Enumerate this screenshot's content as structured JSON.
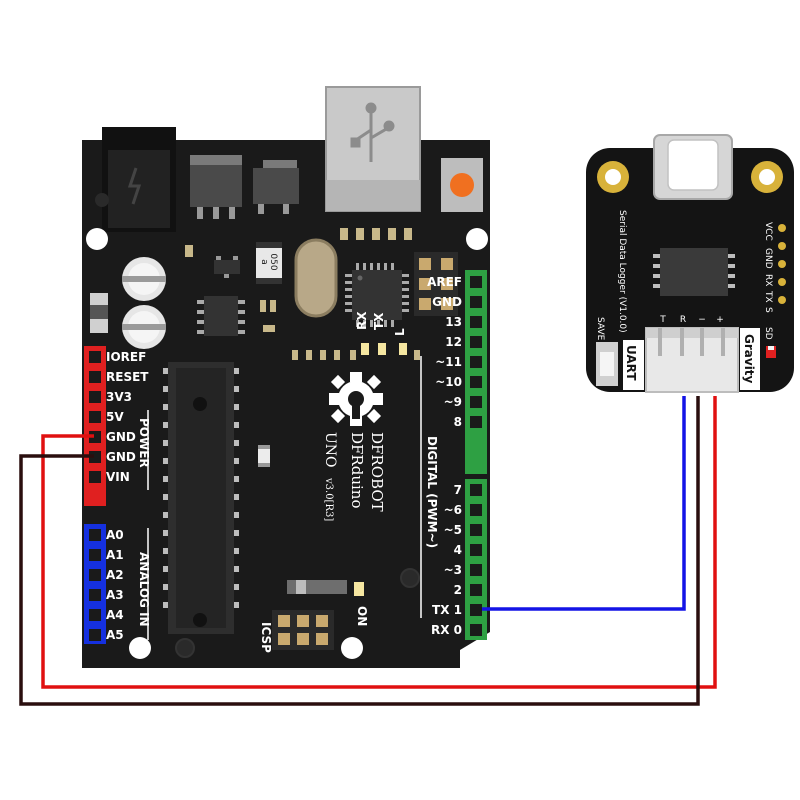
{
  "arduino": {
    "brand": "DFROBOT",
    "model": "DFRduino",
    "uno": "UNO",
    "version": "v3.0[R3]",
    "led_rx": "RX",
    "led_tx": "TX",
    "led_l": "L",
    "led_on": "ON",
    "icsp": "ICSP",
    "regulator": "050",
    "regulator_letter": "a",
    "power_group": "POWER",
    "analog_group": "ANALOG IN",
    "digital_group": "DIGITAL (PWM~)",
    "power_pins": [
      "IOREF",
      "RESET",
      "3V3",
      "5V",
      "GND",
      "GND",
      "VIN"
    ],
    "analog_pins": [
      "A0",
      "A1",
      "A2",
      "A3",
      "A4",
      "A5"
    ],
    "digital_top_pins": [
      "AREF",
      "GND",
      "13",
      "12",
      "~11",
      "~10",
      "~9",
      "8"
    ],
    "digital_bottom_pins": [
      "7",
      "~6",
      "~5",
      "4",
      "~3",
      "2",
      "TX 1",
      "RX 0"
    ]
  },
  "logger": {
    "name": "Serial Data Logger (V1.0.0)",
    "save_label": "SAVE",
    "uart_label": "UART",
    "gravity_label": "Gravity",
    "sd_label": "SD",
    "header_pins": [
      "VCC",
      "GND",
      "RX",
      "TX",
      "S"
    ],
    "connector_pins": [
      "T",
      "R",
      "−",
      "+"
    ]
  },
  "colors": {
    "board": "#1a1a1a",
    "power_header": "#e02020",
    "analog_header": "#1530e0",
    "digital_header": "#2ea043",
    "wire_blue": "#1414e6",
    "wire_red": "#e01010",
    "wire_black": "#2a0e0e"
  }
}
